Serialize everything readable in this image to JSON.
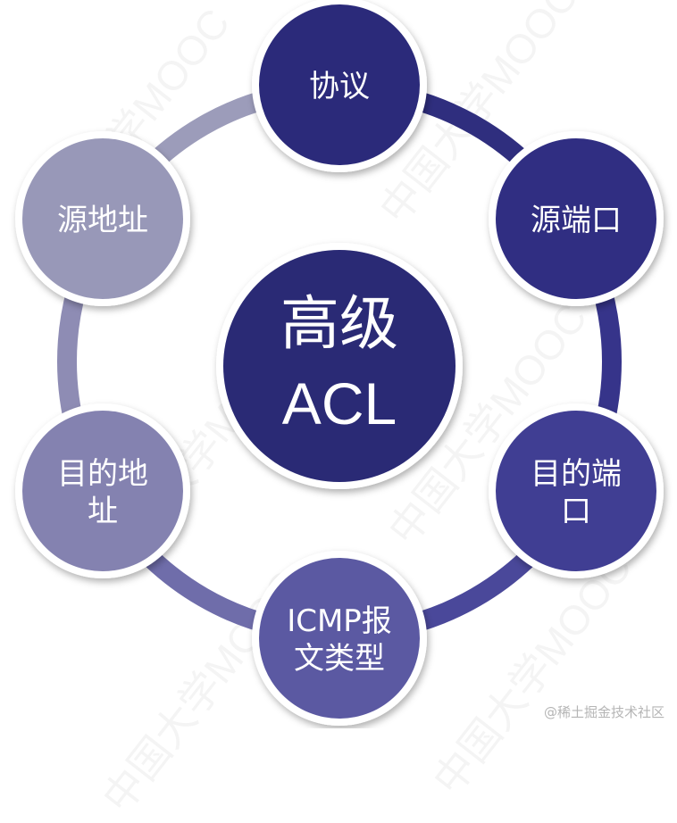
{
  "watermark": "中国大学MOOC",
  "credit": "@稀土掘金技术社区",
  "center": {
    "line1": "高级",
    "line2": "ACL",
    "color": "#2a2a75"
  },
  "nodes": [
    {
      "lines": [
        "协议"
      ],
      "color": "#2b2a7a"
    },
    {
      "lines": [
        "源端口"
      ],
      "color": "#302e82"
    },
    {
      "lines": [
        "目的端",
        "口"
      ],
      "color": "#403e93"
    },
    {
      "lines": [
        "ICMP报",
        "文类型"
      ],
      "color": "#5b59a2"
    },
    {
      "lines": [
        "目的地",
        "址"
      ],
      "color": "#8482b0"
    },
    {
      "lines": [
        "源地址"
      ],
      "color": "#9898b8"
    }
  ],
  "ring_colors": [
    "#2f2e7e",
    "#36348a",
    "#4a489a",
    "#6f6daa",
    "#8e8cb4",
    "#9c9cba"
  ]
}
